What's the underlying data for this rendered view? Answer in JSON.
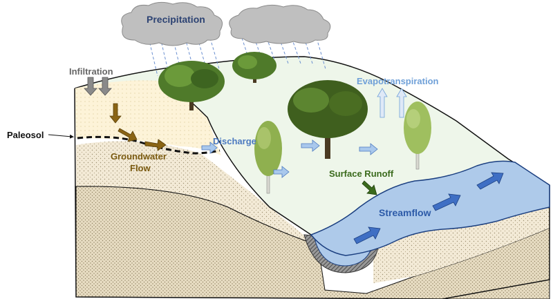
{
  "labels": {
    "precipitation": "Precipitation",
    "infiltration": "Infiltration",
    "paleosol": "Paleosol",
    "groundwater_line1": "Groundwater",
    "groundwater_line2": "Flow",
    "discharge": "Discharge",
    "evapotranspiration": "Evapotranspiration",
    "surface_runoff": "Surface Runoff",
    "streamflow": "Streamflow"
  },
  "colors": {
    "cloud": "#bfbfbf",
    "rain": "#6a8fd0",
    "surface": "#eef6ea",
    "infiltration_zone": "#fdf3d8",
    "sediment": "#f3ead6",
    "stream": "#aecaea",
    "flow_arrow_water": "#a9c8ec",
    "flow_arrow_ground": "#8a6414",
    "runoff_arrow": "#3a6a1c",
    "stream_arrow": "#3f6fc4"
  },
  "icons": [
    "cloud-icon",
    "tree-icon",
    "arrow-icon"
  ]
}
